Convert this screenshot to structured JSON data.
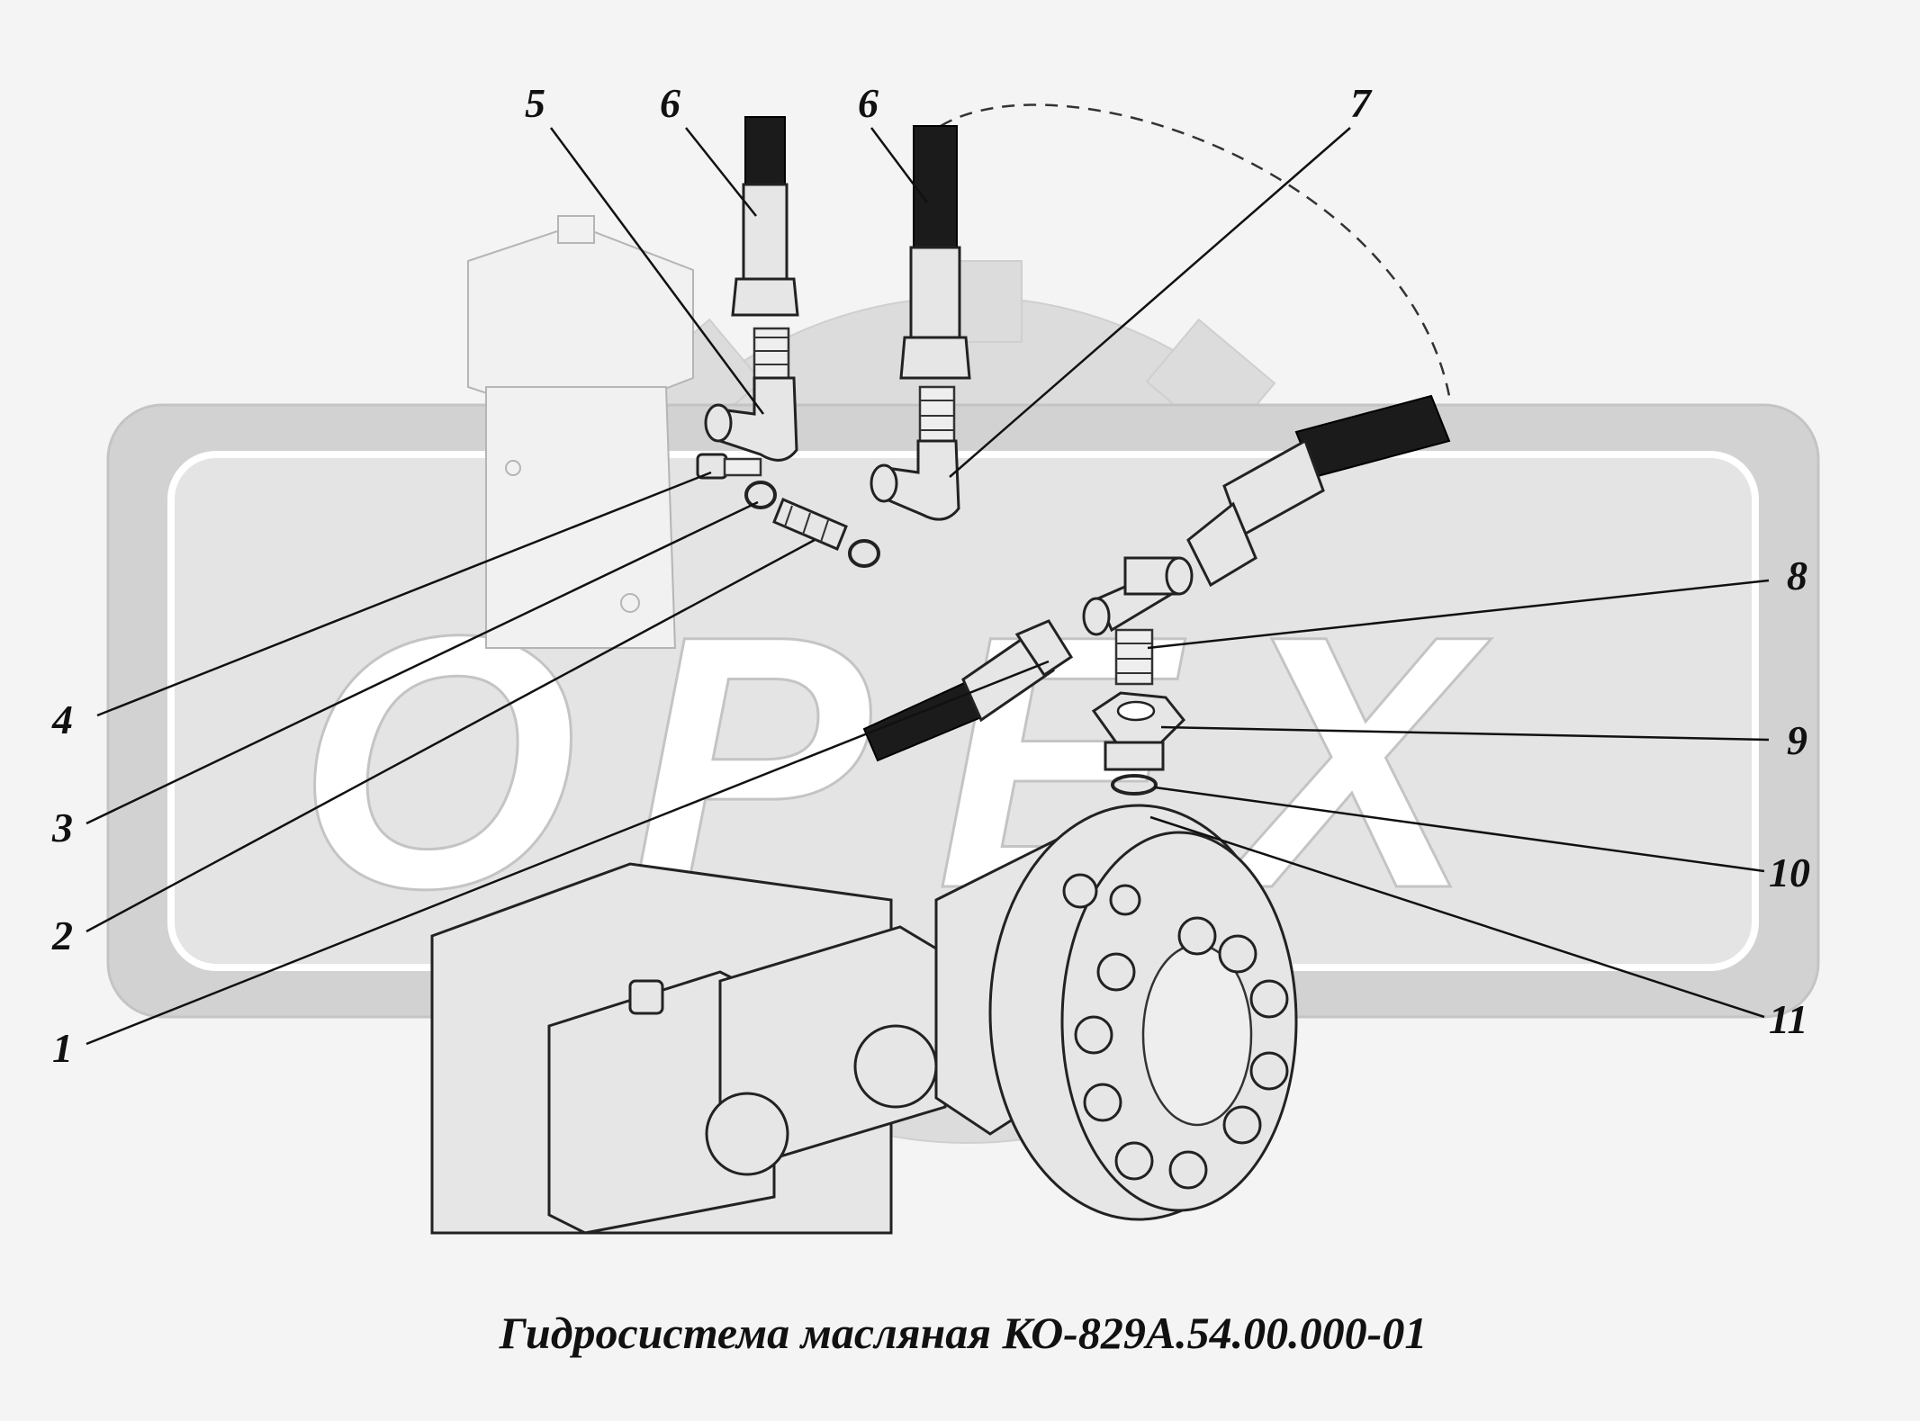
{
  "caption": "Гидросистема масляная КО-829А.54.00.000-01",
  "watermark": {
    "letters": [
      "O",
      "P",
      "E",
      "X"
    ]
  },
  "callouts": [
    {
      "id": "5",
      "label": "5"
    },
    {
      "id": "6a",
      "label": "6"
    },
    {
      "id": "6b",
      "label": "6"
    },
    {
      "id": "7",
      "label": "7"
    },
    {
      "id": "8",
      "label": "8"
    },
    {
      "id": "9",
      "label": "9"
    },
    {
      "id": "10",
      "label": "10"
    },
    {
      "id": "11",
      "label": "11"
    },
    {
      "id": "4",
      "label": "4"
    },
    {
      "id": "3",
      "label": "3"
    },
    {
      "id": "2",
      "label": "2"
    },
    {
      "id": "1",
      "label": "1"
    }
  ],
  "colors": {
    "watermark_band": "#d2d2d2",
    "hose": "#1b1b1b",
    "part_fill": "#e6e6e6",
    "text": "#111111"
  }
}
